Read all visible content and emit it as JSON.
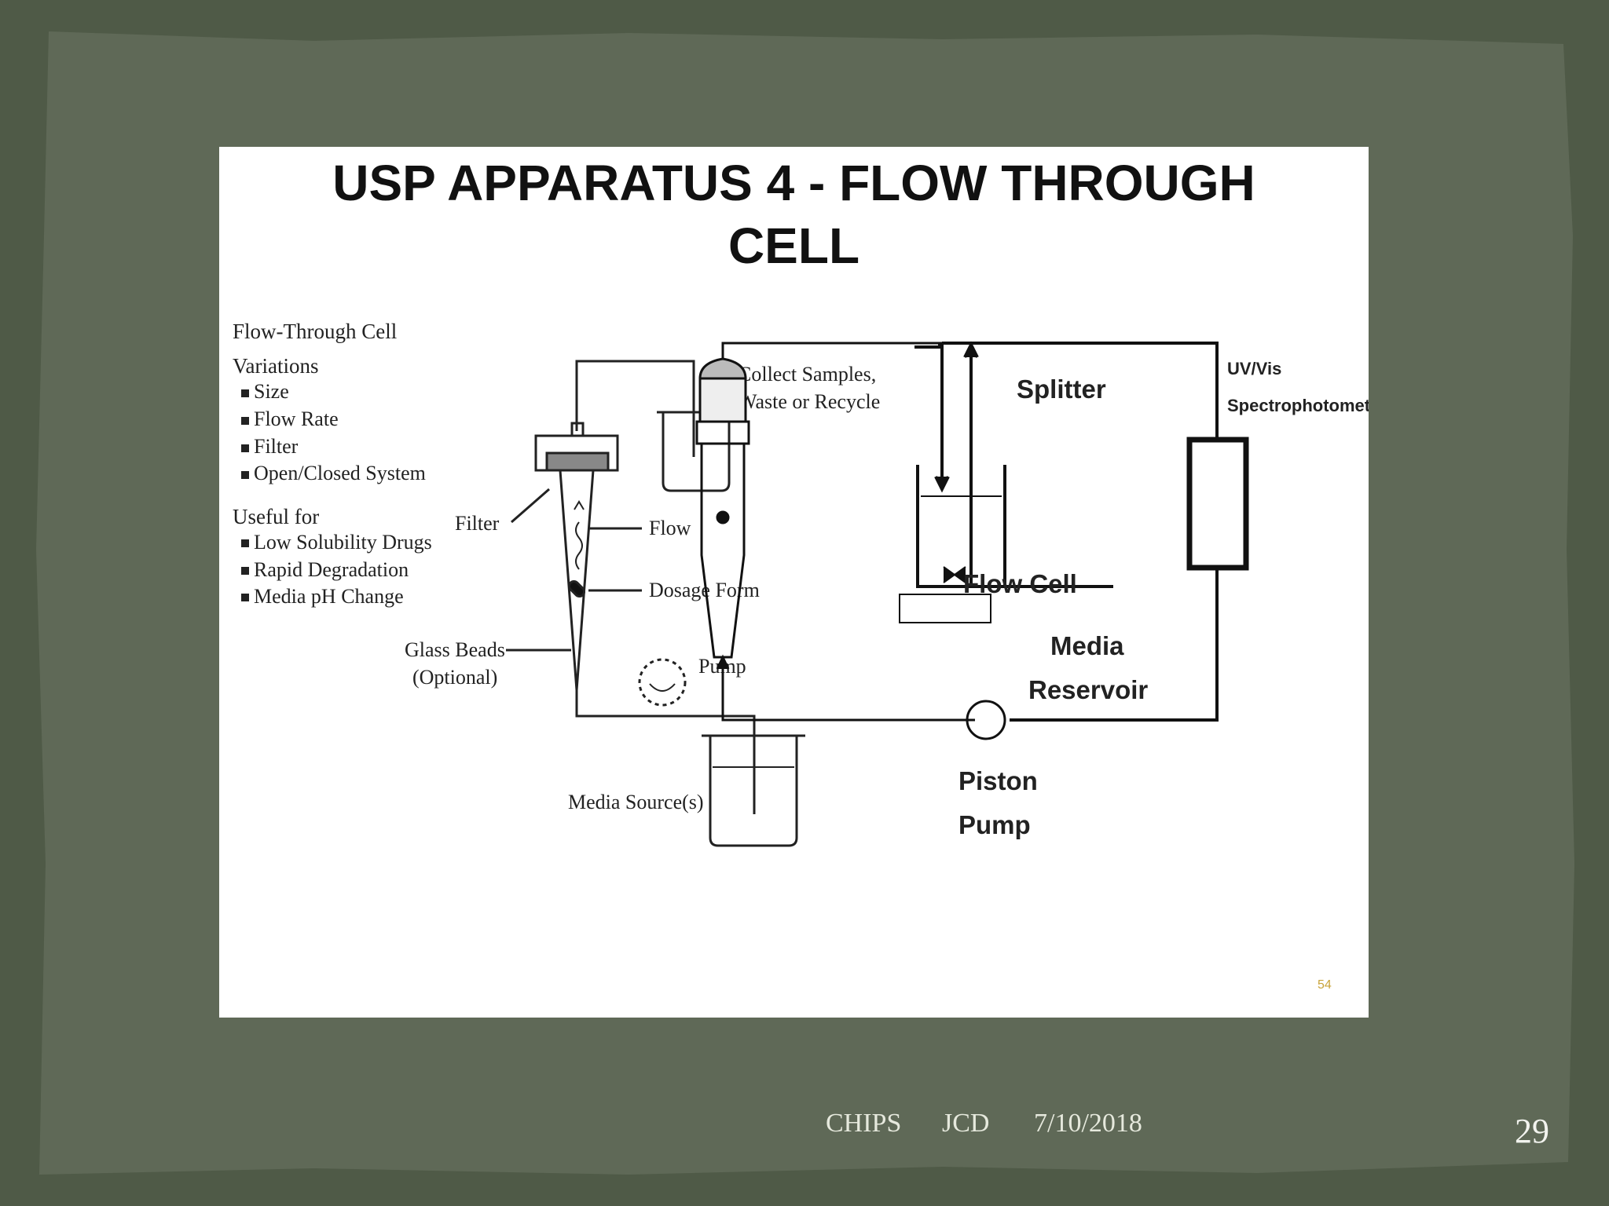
{
  "slide": {
    "title_line1": "USP APPARATUS 4 - FLOW THROUGH",
    "title_line2": "CELL",
    "source_page_number": "54",
    "background_color": "#5b6553",
    "panel_color": "#ffffff"
  },
  "left_list": {
    "heading": "Flow-Through Cell",
    "variations_heading": "Variations",
    "variations": [
      "Size",
      "Flow Rate",
      "Filter",
      "Open/Closed System"
    ],
    "useful_heading": "Useful for",
    "useful": [
      "Low Solubility Drugs",
      "Rapid Degradation",
      "Media pH Change"
    ]
  },
  "left_diagram": {
    "collect_line1": "Collect Samples,",
    "collect_line2": "Waste or Recycle",
    "filter": "Filter",
    "flow": "Flow",
    "dosage_form": "Dosage Form",
    "glass_beads_line1": "Glass Beads",
    "glass_beads_line2": "(Optional)",
    "pump": "Pump",
    "media_source": "Media Source(s)"
  },
  "right_diagram": {
    "splitter": "Splitter",
    "uvvis_line1": "UV/Vis",
    "uvvis_line2": "Spectrophotometer",
    "flow_cell": "Flow Cell",
    "media_line1": "Media",
    "media_line2": "Reservoir",
    "piston_line1": "Piston",
    "piston_line2": "Pump"
  },
  "footer": {
    "left": "CHIPS",
    "middle": "JCD",
    "date": "7/10/2018",
    "page_number": "29"
  }
}
